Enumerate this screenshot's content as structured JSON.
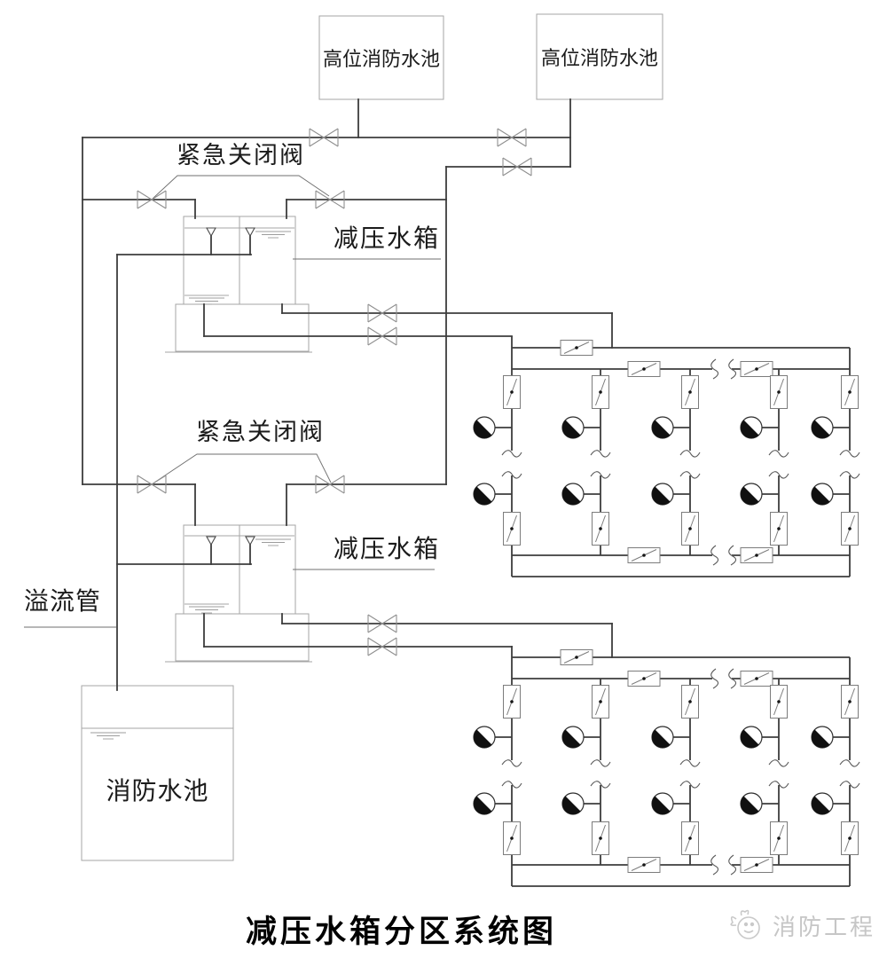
{
  "page": {
    "title": "减压水箱分区系统图",
    "watermark": "消防工程"
  },
  "labels": {
    "high_pool_left": "高位消防水池",
    "high_pool_right": "高位消防水池",
    "emergency_valve_label_1": "紧急关闭阀",
    "emergency_valve_label_2": "紧急关闭阀",
    "prv_tank_label_1": "减压水箱",
    "prv_tank_label_2": "减压水箱",
    "overflow_pipe_label": "溢流管",
    "fire_pool_label": "消防水池"
  },
  "symbols": {
    "gate_valve": "bowtie-gate-valve",
    "check_valve": "rect-with-diagonal-and-dot",
    "alarm_valve": "half-filled-circle",
    "pipe_break": "s-curve-break",
    "water_inlet": "funnel-triangle",
    "water_level": "triple-level-lines"
  },
  "colors": {
    "pipe": "#3d3d3d",
    "outline": "#a6a6a6",
    "valve": "#8f8f8f",
    "check_valve": "#7c7c7c",
    "text": "#1b1b1b",
    "title": "#000000",
    "watermark": "#c6c6c6",
    "background": "#ffffff"
  }
}
